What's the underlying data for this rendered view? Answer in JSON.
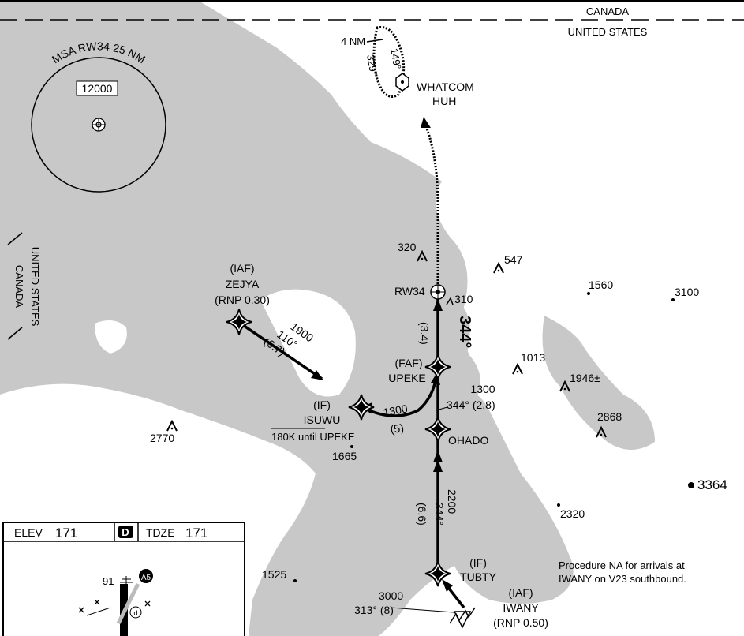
{
  "borders": {
    "top_north": "CANADA",
    "top_south": "UNITED STATES",
    "left_east": "UNITED STATES",
    "left_west": "CANADA"
  },
  "msa": {
    "label": "MSA RW34 25 NM",
    "altitude": "12000"
  },
  "holding": {
    "distance": "4 NM",
    "inbound": "149°",
    "outbound": "329°"
  },
  "vor": {
    "name": "WHATCOM",
    "ident": "HUH"
  },
  "fixes": {
    "zejya": {
      "role": "(IAF)",
      "name": "ZEJYA",
      "rnp": "(RNP 0.30)"
    },
    "isuwu": {
      "role": "(IF)",
      "name": "ISUWU",
      "speed_note": "180K until UPEKE"
    },
    "upeke": {
      "role": "(FAF)",
      "name": "UPEKE"
    },
    "ohado": {
      "name": "OHADO"
    },
    "tubty": {
      "role": "(IF)",
      "name": "TUBTY"
    },
    "iwany": {
      "role": "(IAF)",
      "name": "IWANY",
      "rnp": "(RNP 0.50)"
    },
    "rw34": {
      "name": "RW34",
      "elev": "310"
    }
  },
  "legs": {
    "zejya_isuwu": {
      "altitude": "1900",
      "course": "110°",
      "distance": "(6.7)"
    },
    "isuwu_upeke": {
      "altitude": "1300",
      "distance": "(5)"
    },
    "ohado_upeke": {
      "altitude": "1300",
      "course_dist": "344° (2.8)"
    },
    "upeke_rw34": {
      "course": "344°",
      "distance": "(3.4)"
    },
    "tubty_ohado": {
      "altitude": "2200",
      "course": "344°",
      "distance": "(6.6)"
    },
    "iwany_tubty": {
      "altitude": "3000",
      "course_dist": "313° (8)"
    }
  },
  "obstacles": [
    "320",
    "547",
    "1560",
    "3100",
    "1013",
    "1946±",
    "2868",
    "2770",
    "1665",
    "3364",
    "2320",
    "1525"
  ],
  "note": {
    "line1": "Procedure NA for arrivals at",
    "line2": "IWANY on V23 southbound."
  },
  "airport_box": {
    "elev_label": "ELEV",
    "elev": "171",
    "d_label": "D",
    "tdze_label": "TDZE",
    "tdze": "171",
    "obstacle": "91",
    "badge": "A5",
    "d_small": "d"
  },
  "colors": {
    "land": "#c8c8c8",
    "water": "#ffffff",
    "ink": "#000000"
  }
}
